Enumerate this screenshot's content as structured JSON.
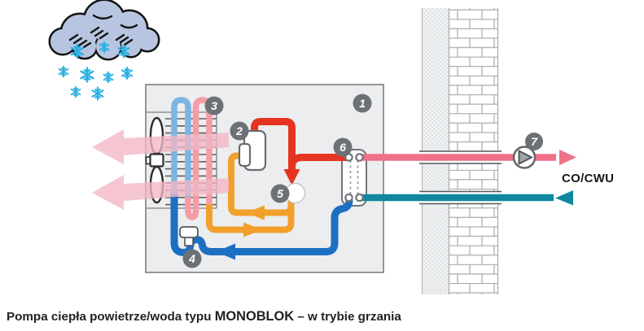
{
  "caption": {
    "part1": "Pompa ciepła powietrze/woda typu",
    "part2": "MONOBLOK",
    "part3": "– w trybie grzania"
  },
  "labels": {
    "co_cwu": "CO/CWU"
  },
  "markers": [
    "1",
    "2",
    "3",
    "4",
    "5",
    "6",
    "7"
  ],
  "colors": {
    "red": "#e63422",
    "orange": "#f2a02c",
    "blue": "#1d6fc2",
    "light_blue": "#7cb4e2",
    "salmon": "#f59ca6",
    "supply_pink": "#ee7188",
    "return_teal": "#0f87a0",
    "air_arrow_pink": "#f3b7c6",
    "marker_gray": "#6d7175",
    "snowflake_cyan": "#29b0e2",
    "cloud_fill": "#b8c5e0",
    "unit_fill": "#ecedee"
  }
}
